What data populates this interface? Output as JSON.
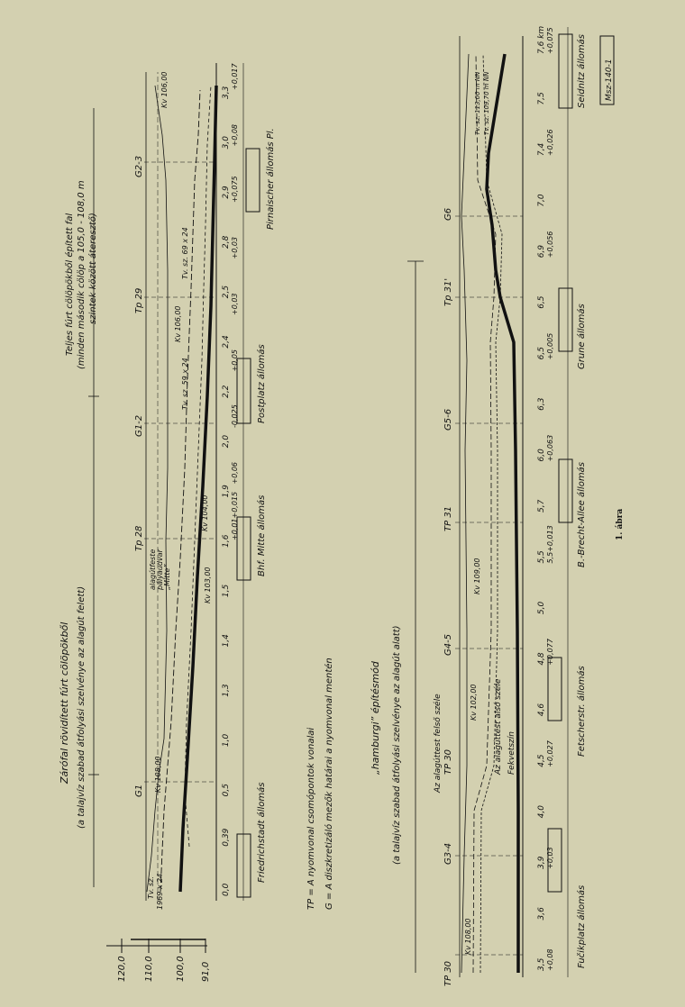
{
  "figure_caption": "1. ábra",
  "figure_code": "Msz-140-1",
  "legend": {
    "tp": "TP = A nyomvonal csomópontok vonalai",
    "g": "G = A diszkretizáló mezők határai a nyomvonal mentén"
  },
  "scale": {
    "labels": [
      "120,0",
      "110,0",
      "100,0",
      "91,0"
    ]
  },
  "upper": {
    "title1": "Zárófal rövidített fúrt cölöpökből",
    "title2": "(a talajvíz szabad átfolyási szelvénye az alagút felett)",
    "title3": "Teljes fúrt cölöpökből épített fal",
    "title4": "(minden második cölöp a 105,0 - 108,0 m",
    "title5": "szintek között áteresztő)",
    "markers": [
      "G1",
      "Tp 28",
      "G1-2",
      "Tp 29",
      "G2-3"
    ],
    "km": [
      "0,0",
      "0,39",
      "0,5",
      "1,0",
      "1,3",
      "1,4",
      "1,5",
      "1,6",
      "1,9",
      "2,0",
      "2,2",
      "2,4",
      "2,5",
      "2,8",
      "2,9",
      "3,0",
      "3,3"
    ],
    "offsets": [
      "+0,01+0,015",
      "+0,06",
      "-0,025",
      "+0,05",
      "+0,03",
      "+0,03",
      "+0,075",
      "+0,08",
      "+0,017"
    ],
    "stations": [
      "Friedrichstadt állomás",
      "Bhf. Mitte állomás",
      "Postplatz állomás",
      "Pirnaischer állomás Pl."
    ],
    "labels": {
      "tv": "Tv. sz.",
      "tv_val": "1969 x 24",
      "kv_104": "Kv 104,00",
      "kv_103": "Kv 103,00",
      "kv_106": "Kv 106,00",
      "kv_108": "Kv 108,00",
      "kv_106_end": "Kv 106,00",
      "tvsz_59": "Tv. sz. 59 x 24",
      "tvsz_69": "Tv. sz. 69 x 24",
      "mitte1": "„Mitte”",
      "mitte2": "pályaudvar",
      "mitte3": "alagútfeste"
    }
  },
  "lower": {
    "title1": "„hamburgi” építésmód",
    "title2": "(a talajvíz szabad átfolyási szelvénye az alagút alatt)",
    "markers": [
      "TP 30",
      "G3-4",
      "TP 30",
      "G4-5",
      "TP 31",
      "G5-6",
      "Tp 31'",
      "G6"
    ],
    "km": [
      "3,5",
      "3,6",
      "3,9",
      "4,0",
      "4,5",
      "4,6",
      "4,8",
      "5,0",
      "5,5",
      "5,7",
      "6,0",
      "6,3",
      "6,5",
      "6,5",
      "6,9",
      "7,0",
      "7,4",
      "7,5",
      "7,6 km"
    ],
    "offsets": [
      "+0,08",
      "+0,03",
      "+0,027",
      "+0,077",
      "5,5+0,013",
      "+0,063",
      "+0,005",
      "+0,056",
      "+0,026",
      "+0,075"
    ],
    "stations": [
      "Fučikplatz állomás",
      "Fetscherstr. állomás",
      "B.-Brecht-Allee állomás",
      "Grune állomás",
      "Seidnitz állomás"
    ],
    "labels": {
      "top_edge": "Az alagúttest felső széle",
      "bottom_edge": "Az alagúttest alsó széle",
      "floor": "Fekvetszín",
      "kv108": "Kv 108,00",
      "kv102": "Kv 102,00",
      "kv109": "Kv 109,00",
      "right1": "Tv. sz. 113,00 m NN",
      "right2": "Tv. sz. 109,70 m NN"
    }
  }
}
